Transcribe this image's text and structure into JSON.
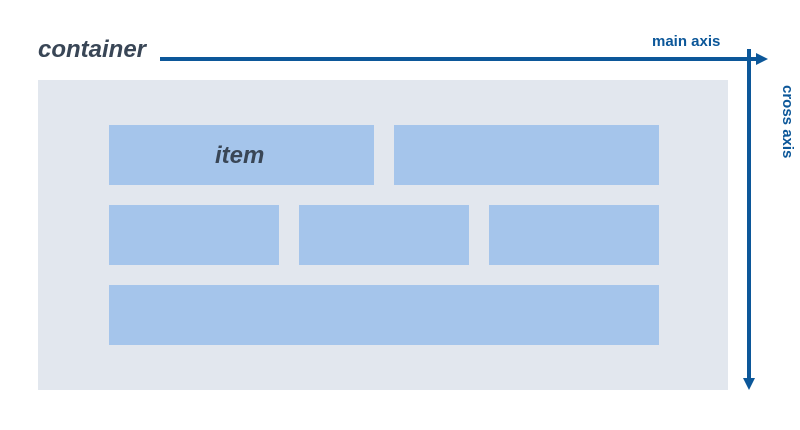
{
  "labels": {
    "container": "container",
    "item": "item",
    "main_axis": "main axis",
    "cross_axis": "cross axis"
  },
  "colors": {
    "axis": "#0c5799",
    "text_dark": "#394656",
    "container_bg": "#e2e7ee",
    "item_bg": "#a5c5eb"
  }
}
